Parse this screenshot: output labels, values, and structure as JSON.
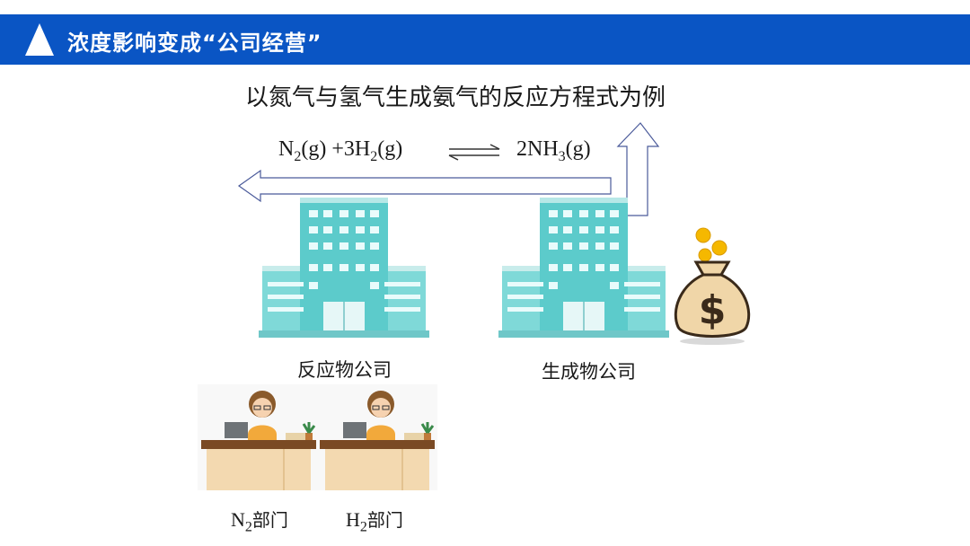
{
  "header": {
    "title": "浓度影响变成“公司经营”"
  },
  "subtitle": "以氮气与氢气生成氨气的反应方程式为例",
  "equation": {
    "n_symbol": "N",
    "n_sub": "2",
    "n_state": "(g) +3H",
    "h_sub": "2",
    "h_state": "(g)",
    "product_pre": "2NH",
    "product_sub": "3",
    "product_state": "(g)"
  },
  "labels": {
    "reactant_company": "反应物公司",
    "product_company": "生成物公司"
  },
  "departments": {
    "n2": {
      "symbol": "N",
      "sub": "2",
      "text": "部门"
    },
    "h2": {
      "symbol": "H",
      "sub": "2",
      "text": "部门"
    }
  },
  "icons": [
    "building-icon",
    "money-bag-icon",
    "dollar-sign-icon",
    "coin-icon",
    "office-worker-icon",
    "computer-icon",
    "plant-icon"
  ],
  "colors": {
    "header_bg": "#0a55c4",
    "building": "#6fd3d3",
    "arrow_stroke": "#4a5a9a",
    "bag": "#f0d6a8"
  }
}
